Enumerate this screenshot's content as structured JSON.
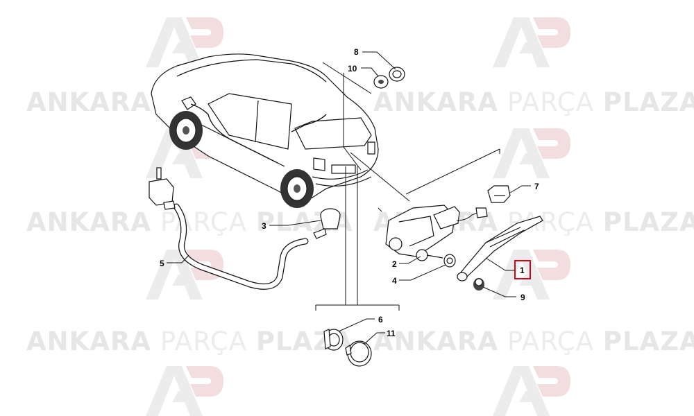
{
  "watermark": {
    "brand_bold_left": "ANKARA",
    "brand_light": "PARÇA",
    "brand_bold_right": "PLAZA",
    "logo_name": "ap-logo"
  },
  "callouts": [
    {
      "id": "c1",
      "label": "1",
      "highlighted": true
    },
    {
      "id": "c2",
      "label": "2"
    },
    {
      "id": "c3",
      "label": "3"
    },
    {
      "id": "c4",
      "label": "4"
    },
    {
      "id": "c5",
      "label": "5"
    },
    {
      "id": "c6",
      "label": "6"
    },
    {
      "id": "c7",
      "label": "7"
    },
    {
      "id": "c8",
      "label": "8"
    },
    {
      "id": "c9",
      "label": "9"
    },
    {
      "id": "c10",
      "label": "10"
    },
    {
      "id": "c11",
      "label": "11"
    }
  ],
  "colors": {
    "highlight": "#d0021b",
    "watermark": "#e6e6e6",
    "line": "#111111"
  }
}
